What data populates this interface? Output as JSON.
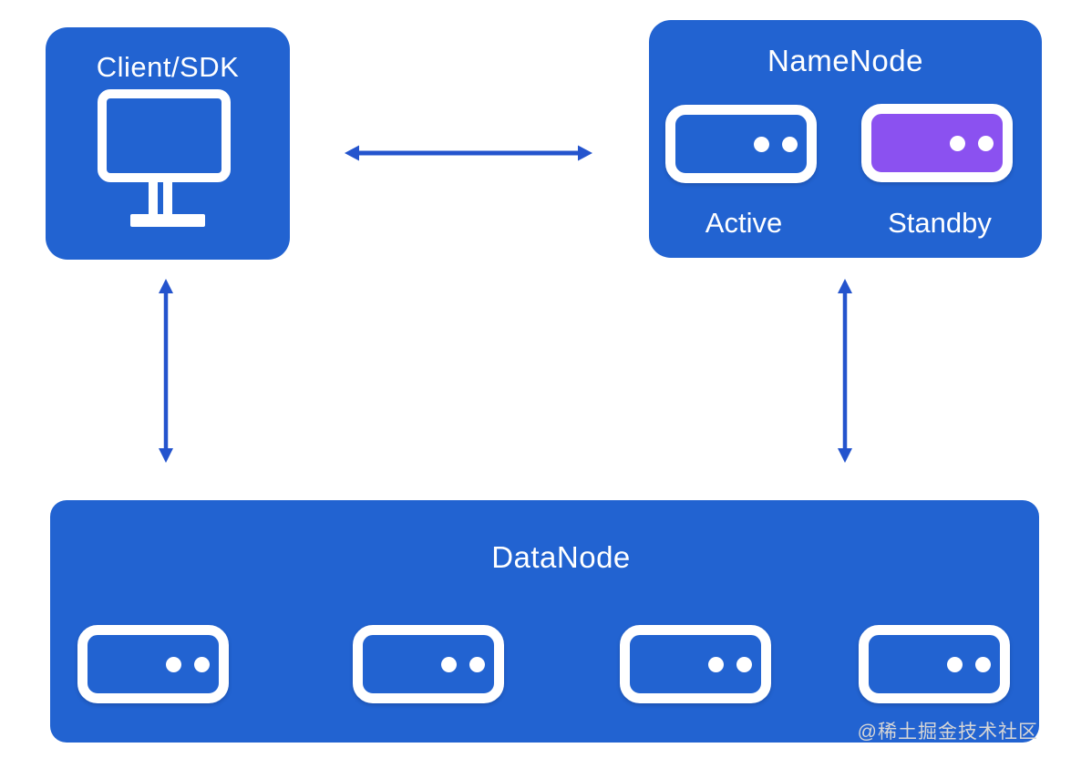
{
  "colors": {
    "node-blue": "#2263d1",
    "arrow-blue": "#2454cd",
    "standby-purple": "#8b51f0",
    "text-white": "#ffffff",
    "watermark-gray": "#d6d6d6"
  },
  "nodes": {
    "client": {
      "label": "Client/SDK",
      "icon": "monitor-icon"
    },
    "namenode": {
      "title": "NameNode",
      "servers": [
        {
          "label": "Active",
          "color": "#2263d1",
          "icon": "server-icon"
        },
        {
          "label": "Standby",
          "color": "#8b51f0",
          "icon": "server-icon"
        }
      ]
    },
    "datanode": {
      "title": "DataNode",
      "server_count": 4,
      "icon": "server-icon"
    }
  },
  "edges": [
    {
      "from": "Client/SDK",
      "to": "NameNode",
      "type": "bidirectional-arrow",
      "orientation": "horizontal"
    },
    {
      "from": "Client/SDK",
      "to": "DataNode",
      "type": "bidirectional-arrow",
      "orientation": "vertical"
    },
    {
      "from": "NameNode",
      "to": "DataNode",
      "type": "bidirectional-arrow",
      "orientation": "vertical"
    }
  ],
  "watermark": "@稀土掘金技术社区"
}
